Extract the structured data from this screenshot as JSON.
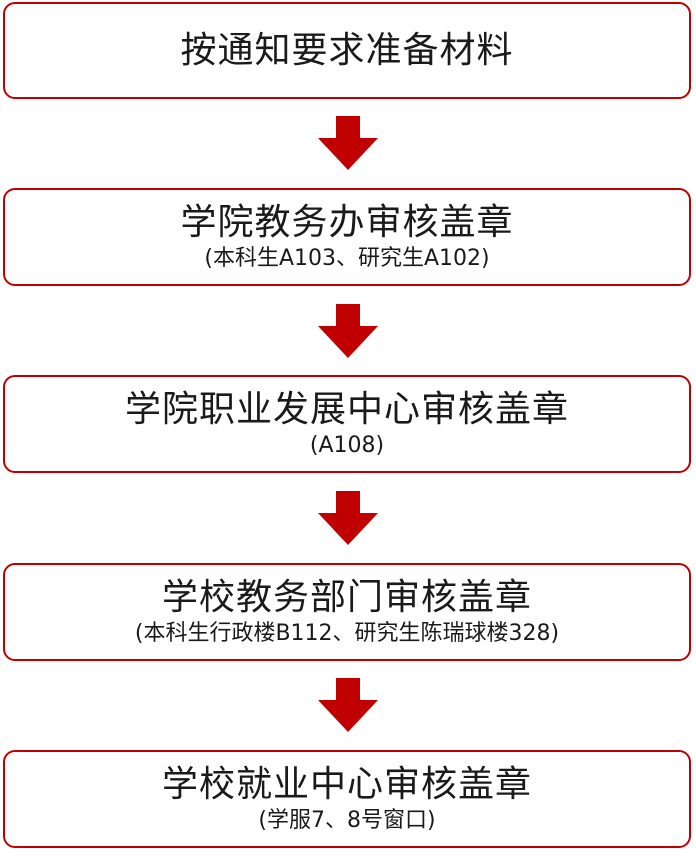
{
  "colors": {
    "border": "#c00000",
    "arrow": "#c00000",
    "text": "#1a1a1a"
  },
  "steps": [
    {
      "title": "按通知要求准备材料",
      "note": ""
    },
    {
      "title": "学院教务办审核盖章",
      "note": "(本科生A103、研究生A102)"
    },
    {
      "title": "学院职业发展中心审核盖章",
      "note": "(A108)"
    },
    {
      "title": "学校教务部门审核盖章",
      "note": "(本科生行政楼B112、研究生陈瑞球楼328)"
    },
    {
      "title": "学校就业中心审核盖章",
      "note": "(学服7、8号窗口)"
    }
  ]
}
